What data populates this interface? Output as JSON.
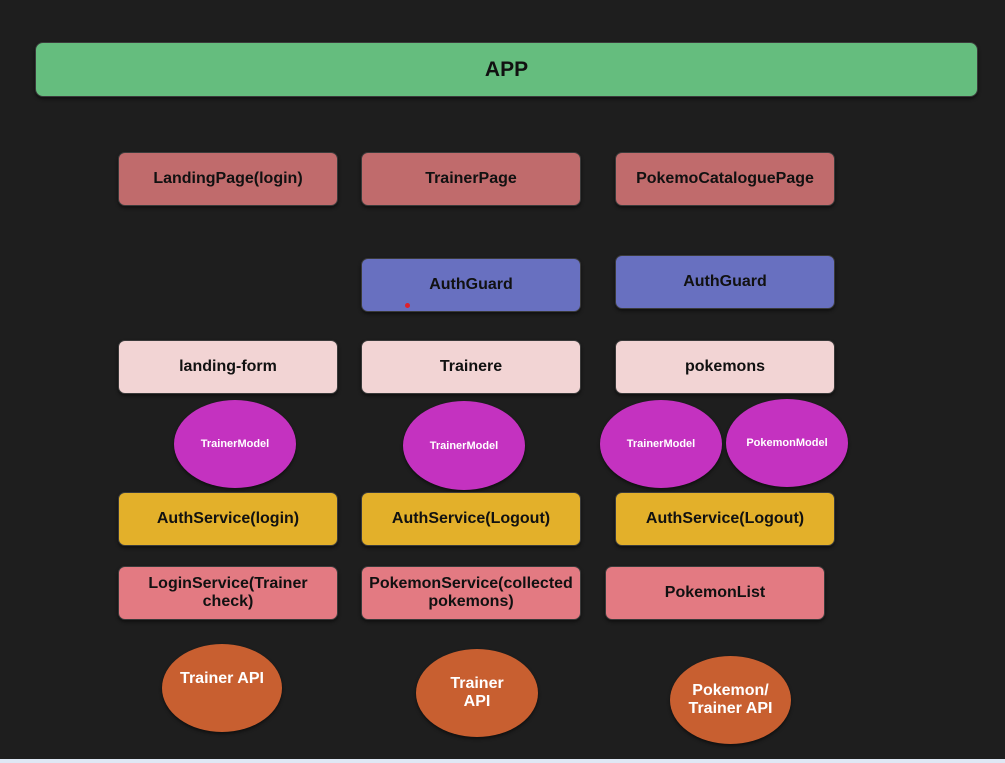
{
  "app": {
    "label": "APP"
  },
  "pages": {
    "landing": "LandingPage(login)",
    "trainer": "TrainerPage",
    "catalogue": "PokemoCataloguePage"
  },
  "guards": {
    "trainer": "AuthGuard",
    "catalogue": "AuthGuard"
  },
  "components": {
    "landing": "landing-form",
    "trainer": "Trainere",
    "catalogue": "pokemons"
  },
  "models": {
    "landing_trainer": "TrainerModel",
    "trainer_trainer": "TrainerModel",
    "catalogue_trainer": "TrainerModel",
    "catalogue_pokemon": "PokemonModel"
  },
  "auth_services": {
    "landing": "AuthService(login)",
    "trainer": "AuthService(Logout)",
    "catalogue": "AuthService(Logout)"
  },
  "services": {
    "landing": "LoginService(Trainer check)",
    "trainer": "PokemonService(collected pokemons)",
    "catalogue": "PokemonList"
  },
  "apis": {
    "landing": "Trainer API",
    "trainer": "Trainer API",
    "catalogue": "Pokemon/ Trainer API"
  },
  "colors": {
    "background": "#1e1e1e",
    "app": "#65bd7e",
    "page": "#c06b6c",
    "guard": "#6870c0",
    "component": "#f2d4d4",
    "model": "#c432c0",
    "auth_service": "#e3b02a",
    "service": "#e37a82",
    "api": "#c85f30"
  }
}
